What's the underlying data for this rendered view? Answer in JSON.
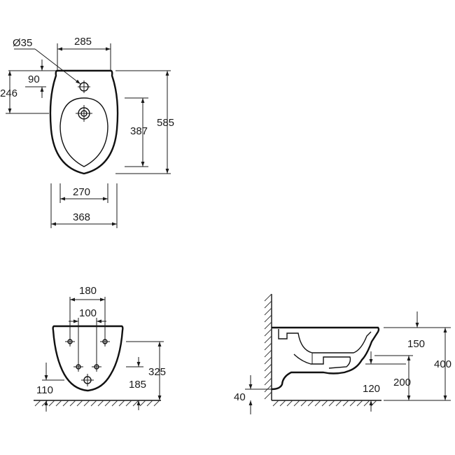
{
  "top_view": {
    "hole_diameter": "Ø35",
    "width_top": "285",
    "hole_offset": "90",
    "bowl_offset": "246",
    "bowl_length": "387",
    "overall_length": "585",
    "inner_width": "270",
    "outer_width": "368"
  },
  "rear_view": {
    "fixing_spacing_outer": "180",
    "fixing_spacing_inner": "100",
    "height_325": "325",
    "height_185": "185",
    "height_110": "110"
  },
  "side_view": {
    "depth_150": "150",
    "overall_height": "400",
    "height_200": "200",
    "height_120": "120",
    "floor_gap": "40"
  }
}
